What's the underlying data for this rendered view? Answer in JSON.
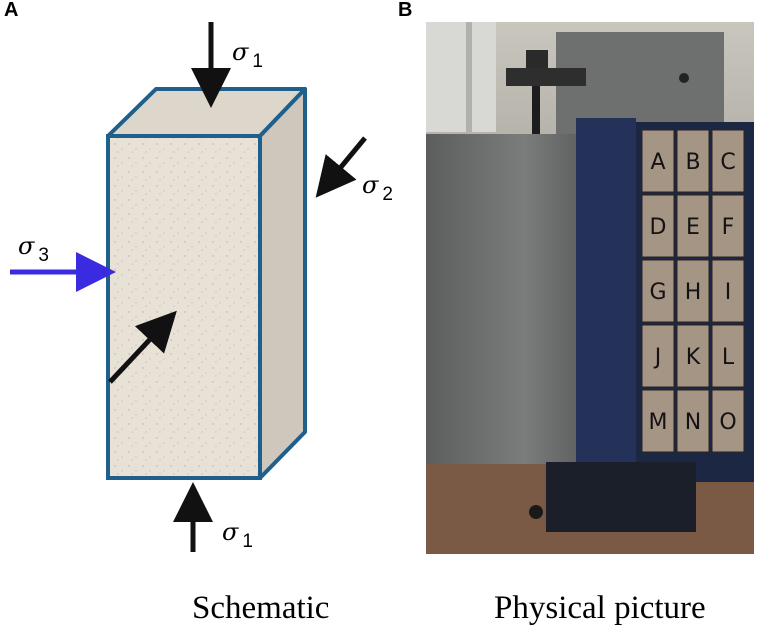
{
  "panels": {
    "a": {
      "letter": "A",
      "caption": "Schematic",
      "labels": {
        "sigma1_top": {
          "symbol": "σ",
          "sub": "1"
        },
        "sigma2": {
          "symbol": "σ",
          "sub": "2"
        },
        "sigma3": {
          "symbol": "σ",
          "sub": "3"
        },
        "sigma1_bottom": {
          "symbol": "σ",
          "sub": "1"
        }
      },
      "colors": {
        "outline": "#1f5f8b",
        "stone": "#e8e0d4",
        "arrow": "#111111",
        "sigma3_arrow": "#3a2be0"
      }
    },
    "b": {
      "letter": "B",
      "caption": "Physical picture",
      "grid_letters": [
        "A",
        "B",
        "C",
        "D",
        "E",
        "F",
        "G",
        "H",
        "I",
        "J",
        "K",
        "L",
        "M",
        "N",
        "O"
      ]
    }
  }
}
